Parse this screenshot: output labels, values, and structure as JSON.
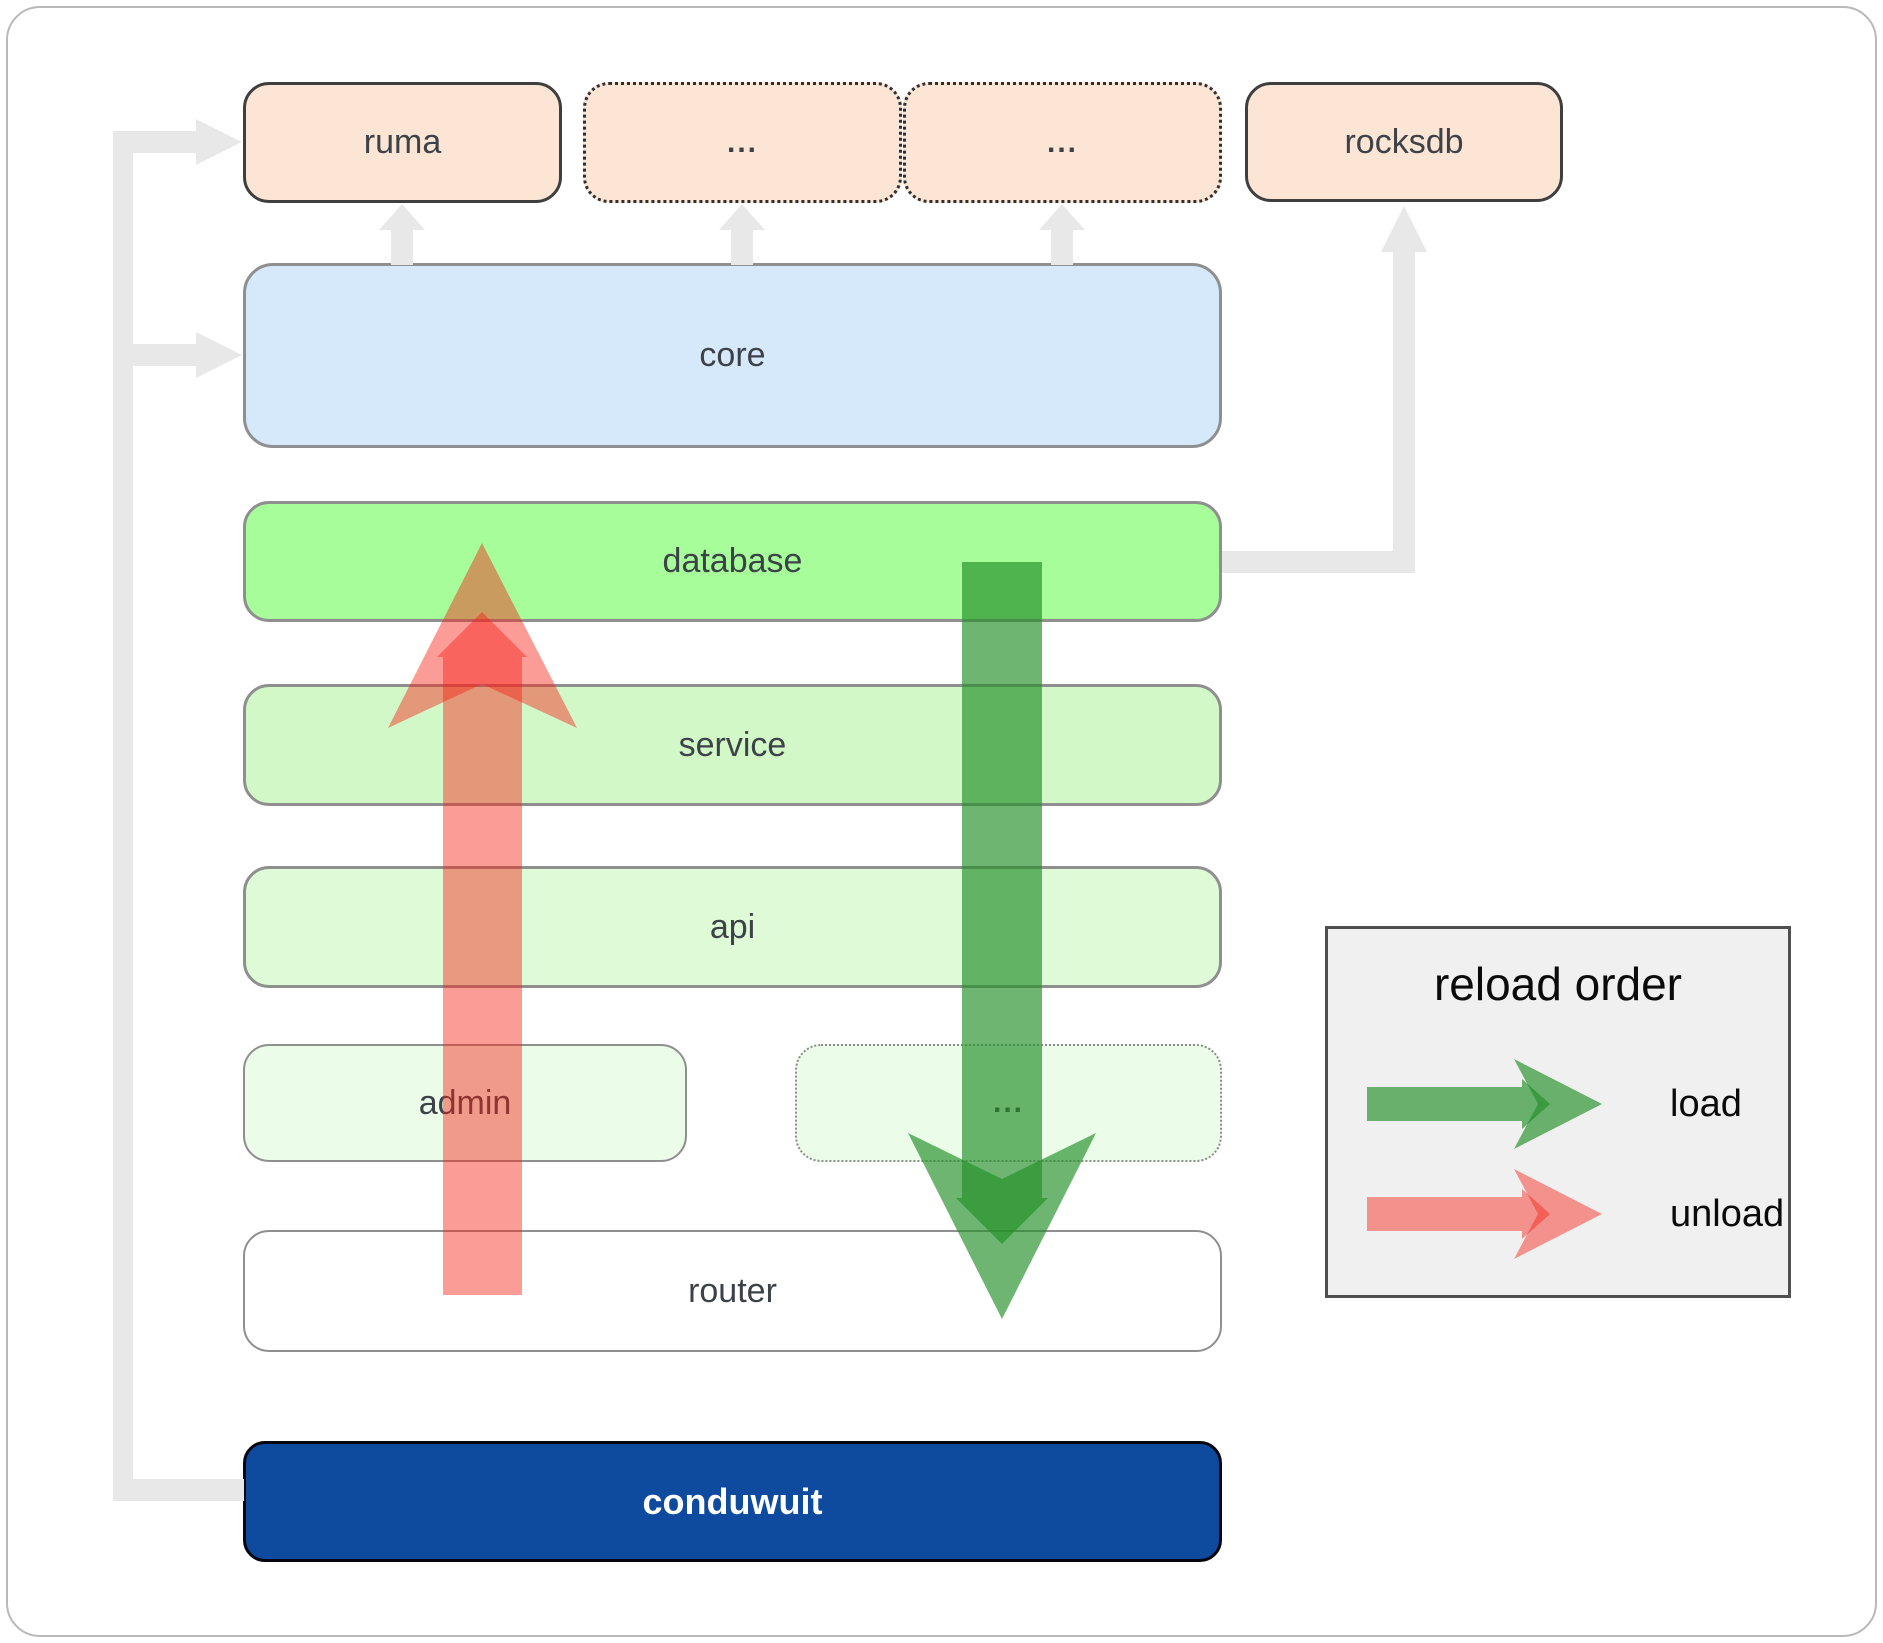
{
  "diagram": {
    "boxes": {
      "ruma": "ruma",
      "dep1": "...",
      "dep2": "...",
      "rocksdb": "rocksdb",
      "core": "core",
      "database": "database",
      "service": "service",
      "api": "api",
      "admin": "admin",
      "more": "...",
      "router": "router",
      "conduwuit": "conduwuit"
    }
  },
  "legend": {
    "title": "reload order",
    "load_label": "load",
    "unload_label": "unload"
  },
  "colors": {
    "load_green": "#228e28",
    "unload_red": "#f62319",
    "crate_peach": "#fce5d5",
    "core_blue": "#d6e9fb",
    "database_green": "#a6fd9a",
    "service_green": "#d2f8c8",
    "api_green": "#defad6",
    "admin_green": "#ebfce8",
    "router_white": "#ffffff",
    "conduwuit_blue": "#0e4a9d",
    "connector_gray": "#e8e8e8"
  }
}
